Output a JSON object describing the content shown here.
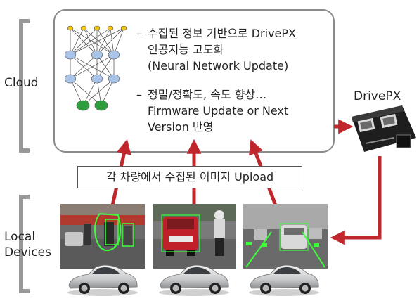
{
  "left_labels": {
    "cloud": "Cloud",
    "local_line1": "Local",
    "local_line2": "Devices"
  },
  "cloud_box": {
    "bullet1_line1": "수집된 정보 기반으로 DrivePX",
    "bullet1_line2": "인공지능 고도화",
    "bullet1_line3": "(Neural Network Update)",
    "bullet2_line1": "정밀/정확도, 속도 향상…",
    "bullet2_line2": "Firmware Update or Next",
    "bullet2_line3": "Version 반영",
    "dash": "–"
  },
  "drivepx_label": "DrivePX",
  "upload_label": "각 차량에서 수집된 이미지 Upload",
  "colors": {
    "arrow": "#c0272d",
    "node_blue": "#a9c4e8",
    "node_green": "#2e9d3c",
    "node_yellow": "#f0c419",
    "bracket": "#999999",
    "box_border": "#8a8a8a"
  }
}
